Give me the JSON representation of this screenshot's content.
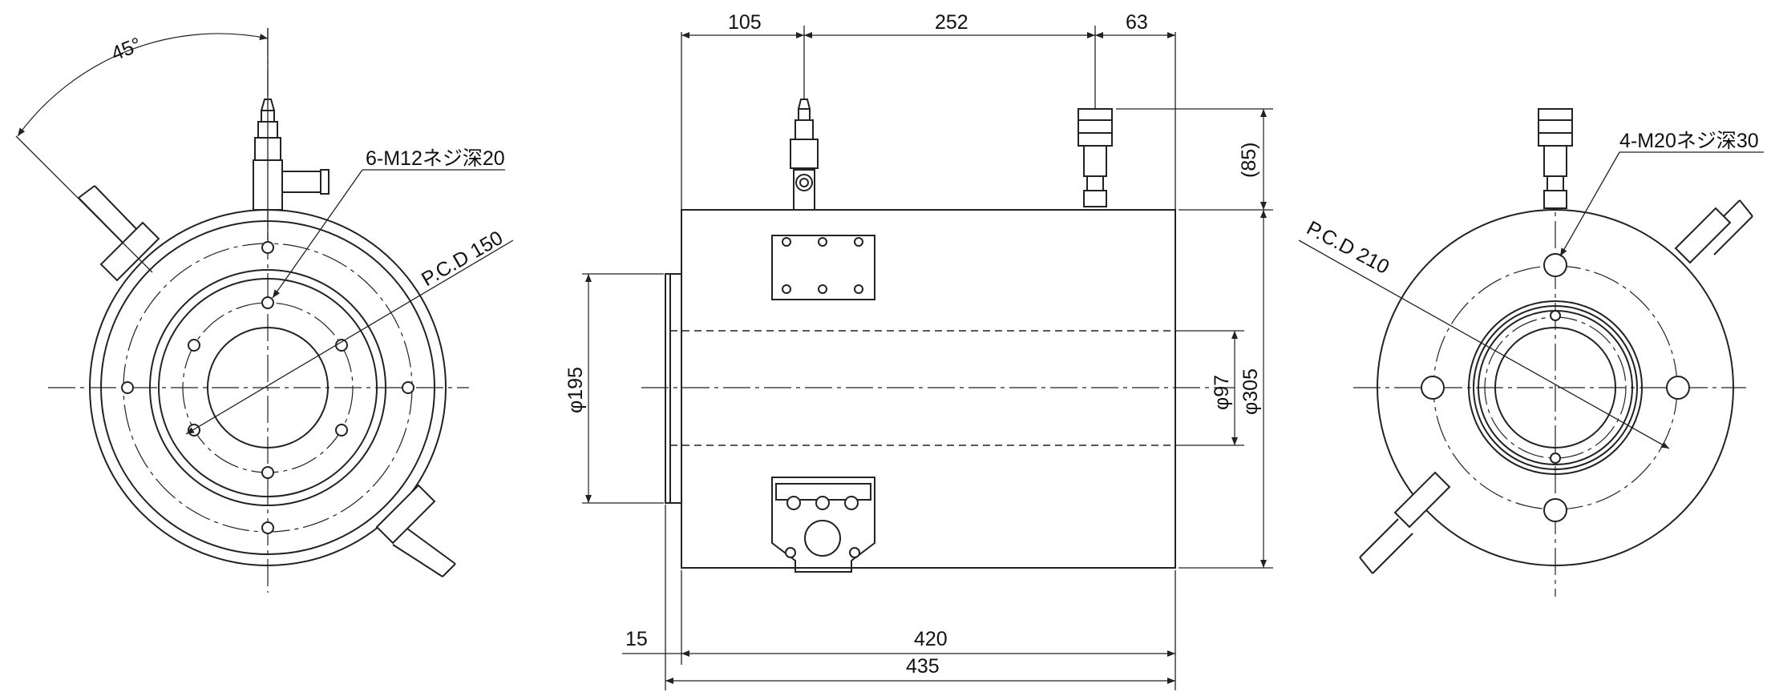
{
  "drawing": {
    "left_view": {
      "angle_label": "45°",
      "thread_note": "6-M12ネジ深20",
      "pcd_label": "P.C.D 150"
    },
    "front_view": {
      "dim_top": [
        "105",
        "252",
        "63"
      ],
      "dim_right_height": "(85)",
      "dim_bore": "φ97",
      "dim_outer": "φ305",
      "dim_flange": "φ195",
      "dim_flange_offset": "15",
      "dim_body_length": "420",
      "dim_total_length": "435"
    },
    "right_view": {
      "thread_note": "4-M20ネジ深30",
      "pcd_label": "P.C.D 210"
    }
  }
}
